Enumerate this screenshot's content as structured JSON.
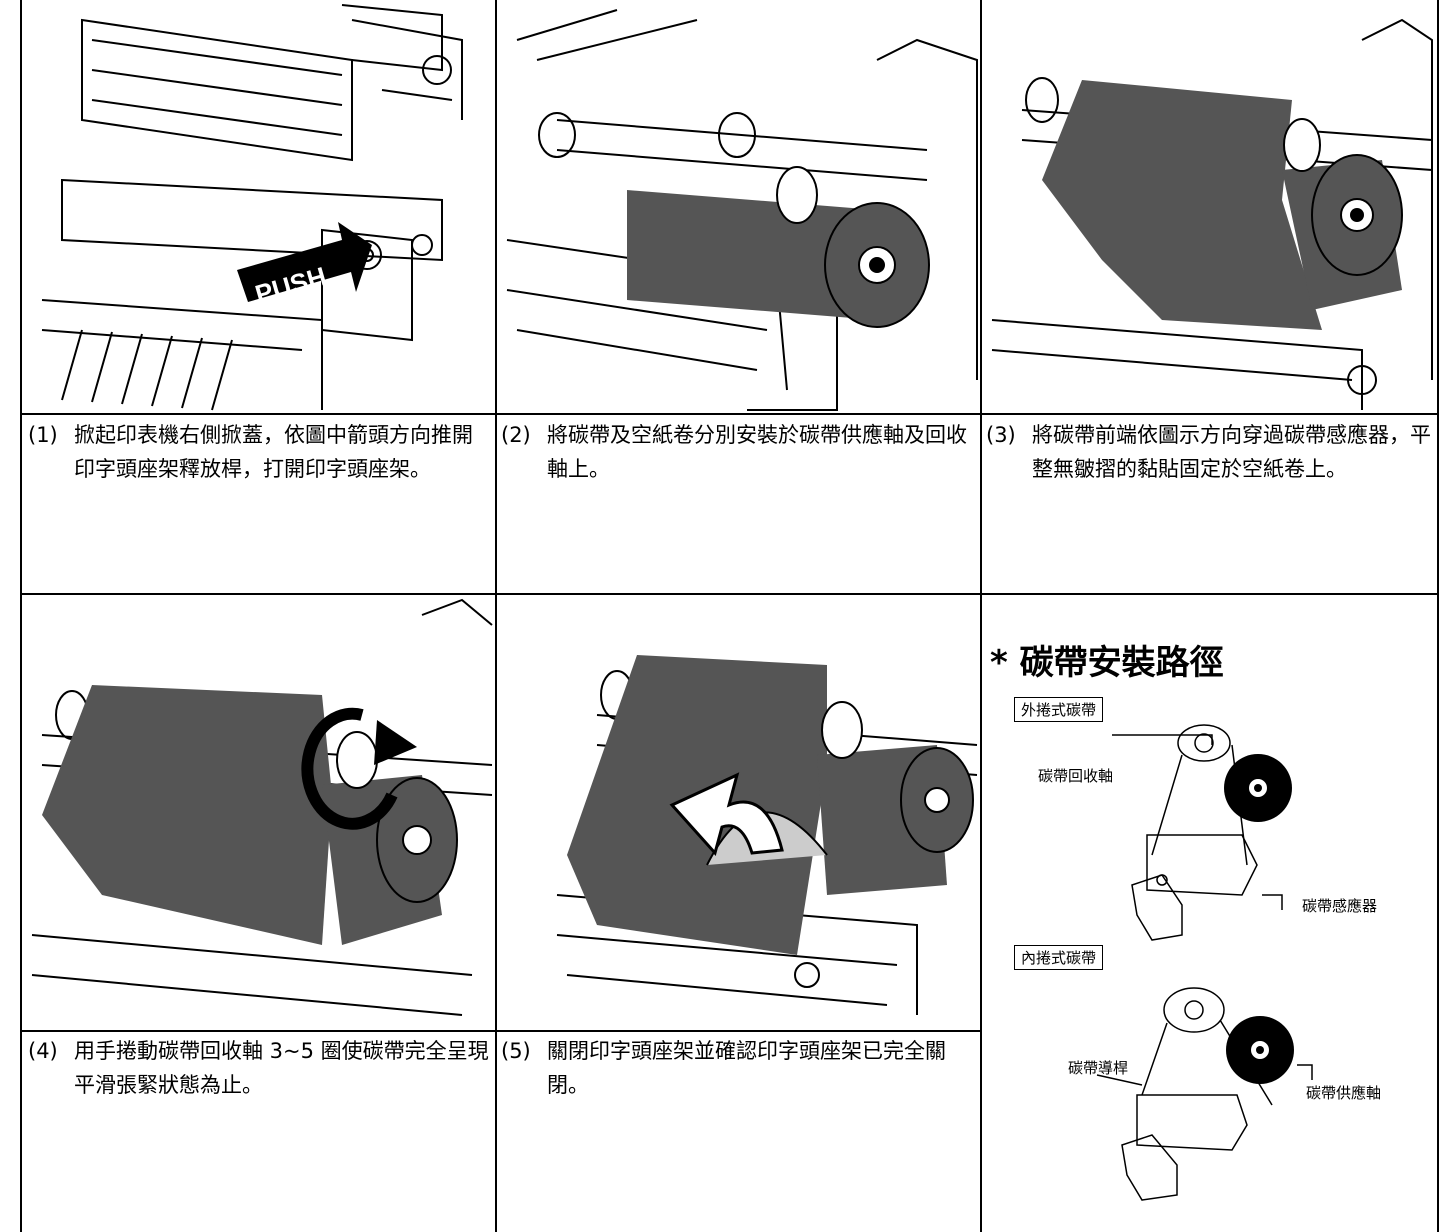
{
  "steps": [
    {
      "num": "(1)",
      "text": "掀起印表機右側掀蓋，依圖中箭頭方向推開印字頭座架釋放桿，打開印字頭座架。",
      "overlay": "PUSH"
    },
    {
      "num": "(2)",
      "text": "將碳帶及空紙卷分別安裝於碳帶供應軸及回收軸上。"
    },
    {
      "num": "(3)",
      "text": "將碳帶前端依圖示方向穿過碳帶感應器，平整無皺摺的黏貼固定於空紙卷上。"
    },
    {
      "num": "(4)",
      "text": "用手捲動碳帶回收軸 3~5 圈使碳帶完全呈現平滑張緊狀態為止。"
    },
    {
      "num": "(5)",
      "text": "關閉印字頭座架並確認印字頭座架已完全關閉。"
    }
  ],
  "ribbon_path": {
    "title": "* 碳帶安裝路徑",
    "outer_label": "外捲式碳帶",
    "inner_label": "內捲式碳帶",
    "rewind_spindle": "碳帶回收軸",
    "ribbon_sensor": "碳帶感應器",
    "ribbon_guide": "碳帶導桿",
    "supply_spindle": "碳帶供應軸"
  }
}
